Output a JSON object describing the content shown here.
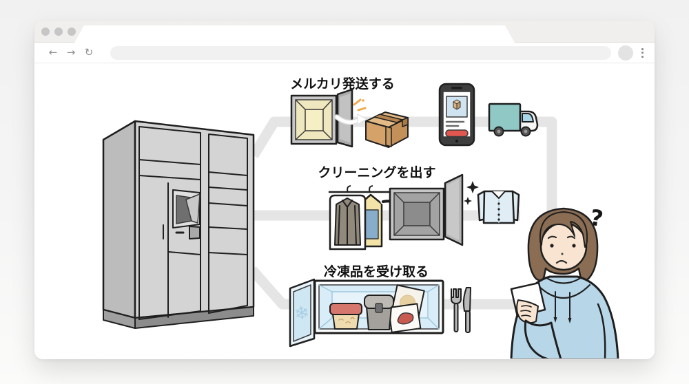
{
  "browser": {
    "toolbar": {
      "back_icon": "←",
      "forward_icon": "→",
      "reload_icon": "↻",
      "url_value": ""
    }
  },
  "diagram": {
    "row1_label": "メルカリ発送する",
    "row2_label": "クリーニングを出す",
    "row3_label": "冷凍品を受け取る",
    "question_mark": "?",
    "snowflake_icon": "❄",
    "colors": {
      "connector": "#e5e5e5",
      "cabinet_front": "#d4d4d4",
      "cabinet_side": "#bcbcbc",
      "locker_interior_warm": "#f6eec4",
      "locker_interior_cool": "#a3a3a3",
      "door_gray": "#ababab",
      "box_tan": "#d5a369",
      "truck_teal": "#8fc8c5",
      "phone_dark": "#3e3e3e",
      "app_blue": "#cfe4f0",
      "app_button_red": "#e25650",
      "bag_yellow": "#f3e3a6",
      "bag_window_blue": "#87adca",
      "coat_gray": "#90897c",
      "shirt_blue": "#e0edf5",
      "freezer_blue": "#d8edf8",
      "freezer_door_blue": "#cfe7f3",
      "container_lid_red": "#d5776d",
      "container_body": "#eedcb0",
      "hoodie_blue": "#b7d7e9",
      "hair_brown": "#8b6d53",
      "skin": "#f8e4d0",
      "sparkle_orange": "#f2a94e"
    }
  }
}
